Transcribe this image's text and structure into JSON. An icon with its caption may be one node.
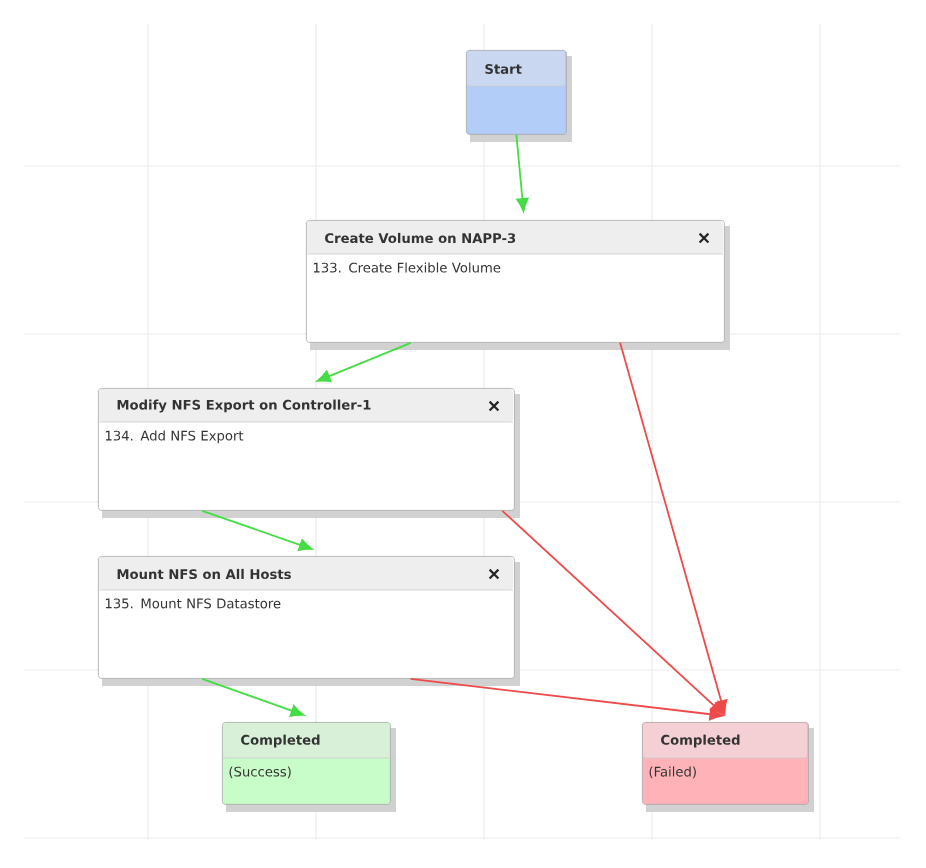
{
  "diagram": {
    "nodes": [
      {
        "text": [
          "Start"
        ]
      },
      {
        "text": [
          "Create Volume on NAPP-3",
          "133. Create Flexible Volume"
        ]
      },
      {
        "text": [
          "Modify NFS Export on Controller-1",
          "134. Add NFS Export"
        ]
      },
      {
        "text": [
          "Mount NFS on All Hosts",
          "135. Mount NFS Datastore"
        ]
      },
      {
        "text": [
          "Completed",
          "(Success)"
        ]
      },
      {
        "text": [
          "Completed",
          "(Failed)"
        ]
      }
    ],
    "edges": [
      {
        "from": 0,
        "to": 1,
        "arrow": "to"
      },
      {
        "from": 1,
        "to": 2,
        "arrow": "to"
      },
      {
        "from": 2,
        "to": 3,
        "arrow": "to"
      },
      {
        "from": 3,
        "to": 4,
        "arrow": "to"
      },
      {
        "from": 1,
        "to": 5,
        "arrow": "to",
        "color": "#ee4a4a"
      },
      {
        "from": 2,
        "to": 5,
        "arrow": "to",
        "color": "#ee4a4a"
      },
      {
        "from": 3,
        "to": 5,
        "arrow": "to",
        "color": "#ee4a4a"
      }
    ]
  }
}
